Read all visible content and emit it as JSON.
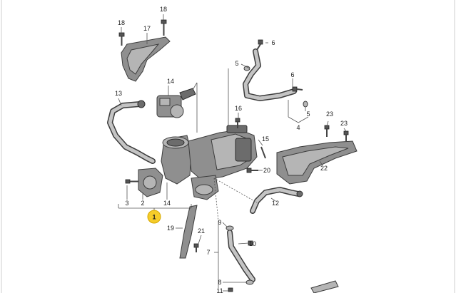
{
  "callouts": {
    "c1": "1",
    "c2": "2",
    "c3": "3",
    "c4": "4",
    "c5a": "5",
    "c5b": "5",
    "c6a": "6",
    "c6b": "6",
    "c7": "7",
    "c8": "8",
    "c9": "9",
    "c10": "10",
    "c11": "11",
    "c12": "12",
    "c13": "13",
    "c14a": "14",
    "c14b": "14",
    "c15": "15",
    "c16": "16",
    "c17": "17",
    "c18a": "18",
    "c18b": "18",
    "c19": "19",
    "c20": "20",
    "c21": "21",
    "c22": "22",
    "c23a": "23",
    "c23b": "23"
  },
  "colors": {
    "marker_fill": "#f5cc2a",
    "part_gray": "#8f8f8f"
  },
  "highlighted_callout": "1"
}
